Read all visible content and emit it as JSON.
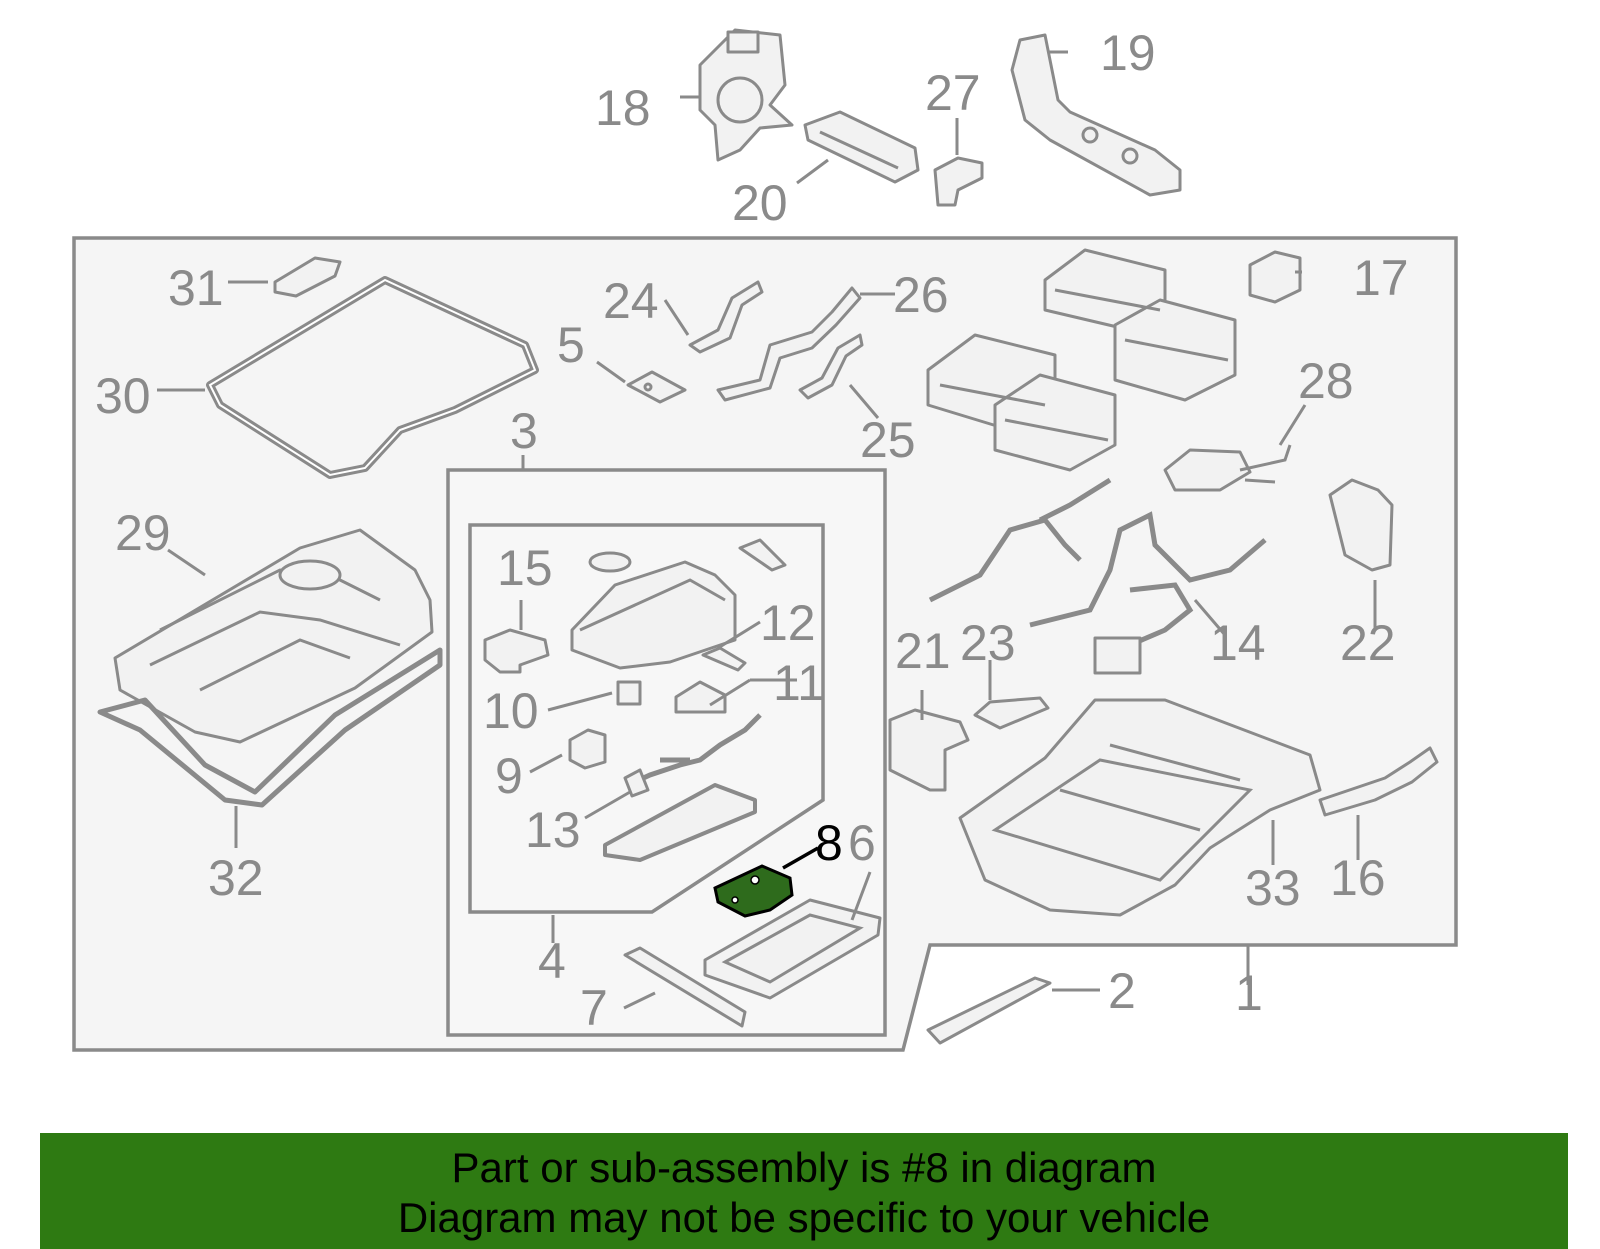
{
  "diagram": {
    "highlighted_part": "8",
    "labels": {
      "1": "1",
      "2": "2",
      "3": "3",
      "4": "4",
      "5": "5",
      "6": "6",
      "7": "7",
      "8": "8",
      "9": "9",
      "10": "10",
      "11": "11",
      "12": "12",
      "13": "13",
      "14": "14",
      "15": "15",
      "16": "16",
      "17": "17",
      "18": "18",
      "19": "19",
      "20": "20",
      "21": "21",
      "22": "22",
      "23": "23",
      "24": "24",
      "25": "25",
      "26": "26",
      "27": "27",
      "28": "28",
      "29": "29",
      "30": "30",
      "31": "31",
      "32": "32",
      "33": "33"
    },
    "colors": {
      "line": "#8a8a8a",
      "highlight_fill": "#2e6b1c",
      "banner": "#2e7a12"
    }
  },
  "banner": {
    "line1": "Part or sub-assembly is #8 in diagram",
    "line2": "Diagram may not be specific to your vehicle"
  }
}
